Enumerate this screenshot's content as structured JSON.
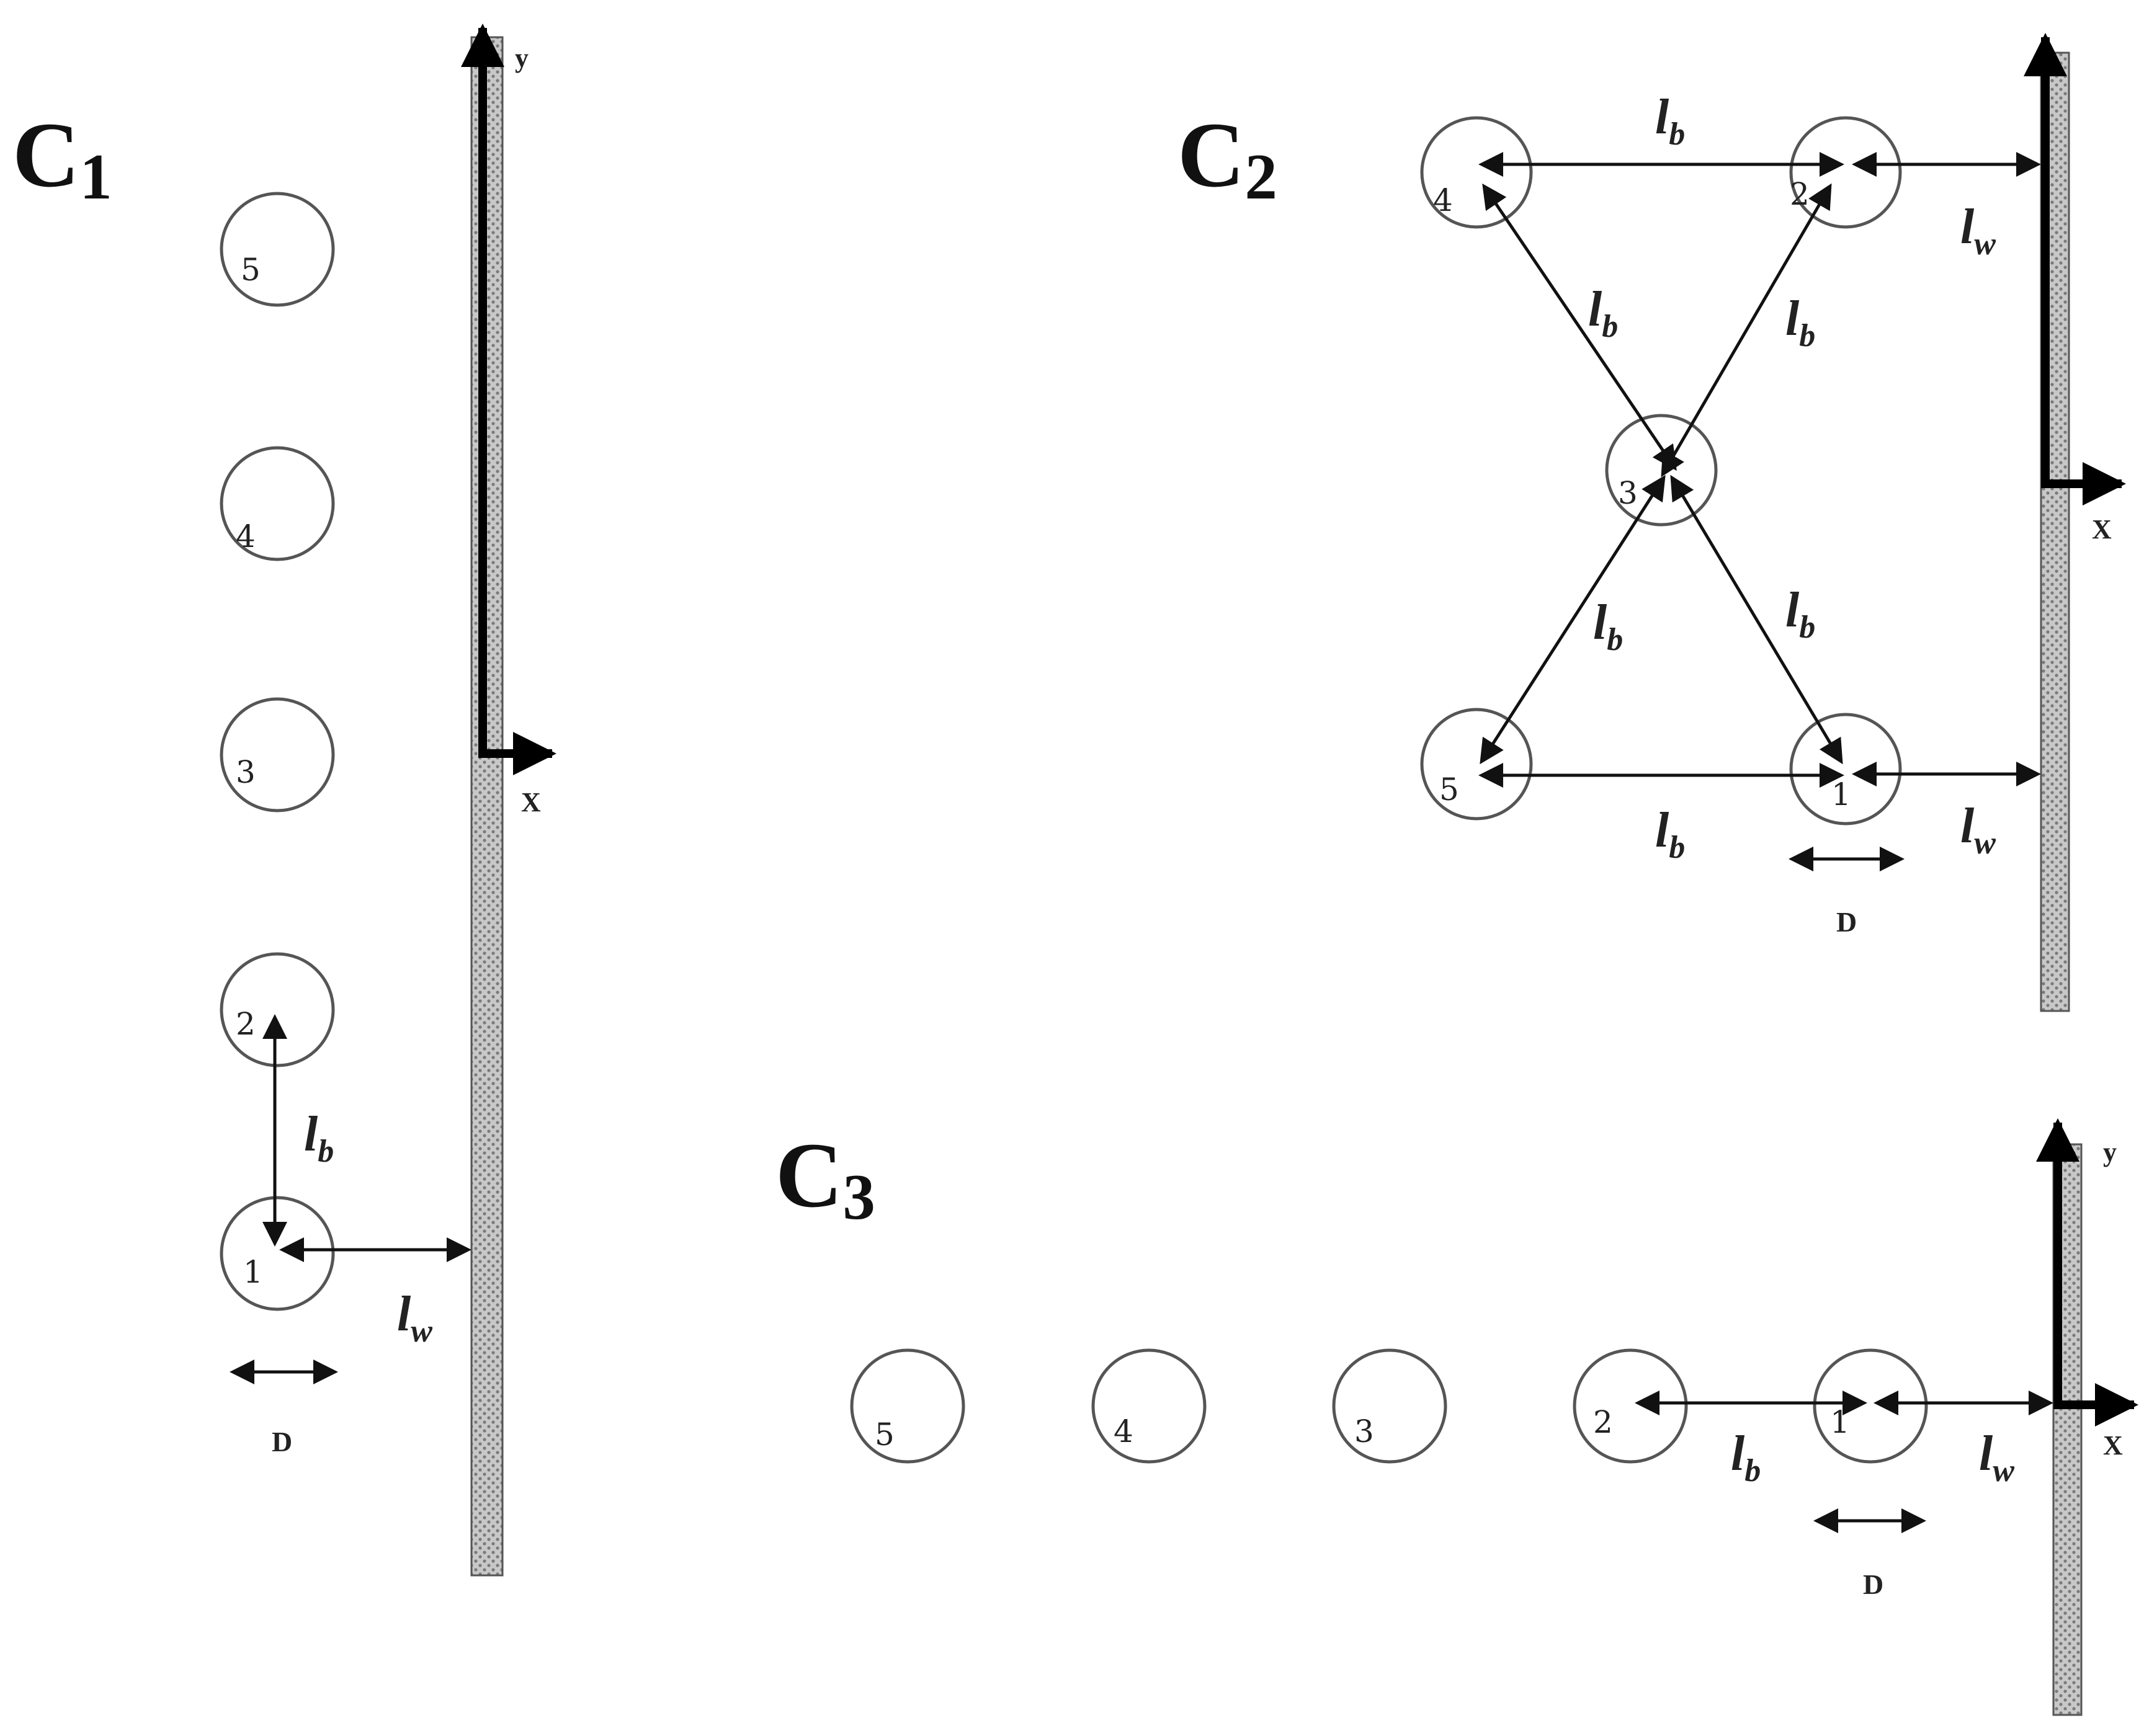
{
  "panels": [
    {
      "key": "c1",
      "title": {
        "main": "C",
        "sub": "1"
      },
      "cylinders": [
        "5",
        "4",
        "3",
        "2",
        "1"
      ],
      "labels": {
        "lb": "l",
        "lb_sub": "b",
        "lw": "l",
        "lw_sub": "w",
        "d": "D"
      },
      "axes": {
        "x": "X",
        "y": "y"
      }
    },
    {
      "key": "c2",
      "title": {
        "main": "C",
        "sub": "2"
      },
      "cylinders": [
        "4",
        "2",
        "3",
        "5",
        "1"
      ],
      "labels": {
        "lb": "l",
        "lb_sub": "b",
        "lw": "l",
        "lw_sub": "w",
        "d": "D"
      },
      "axes": {
        "x": "X"
      }
    },
    {
      "key": "c3",
      "title": {
        "main": "C",
        "sub": "3"
      },
      "cylinders": [
        "5",
        "4",
        "3",
        "2",
        "1"
      ],
      "labels": {
        "lb": "l",
        "lb_sub": "b",
        "lw": "l",
        "lw_sub": "w",
        "d": "D"
      },
      "axes": {
        "x": "X",
        "y": "y"
      }
    }
  ],
  "colors": {
    "stroke": "#111111",
    "circle": "#555555",
    "wall_fill": "#bdbdbd"
  }
}
